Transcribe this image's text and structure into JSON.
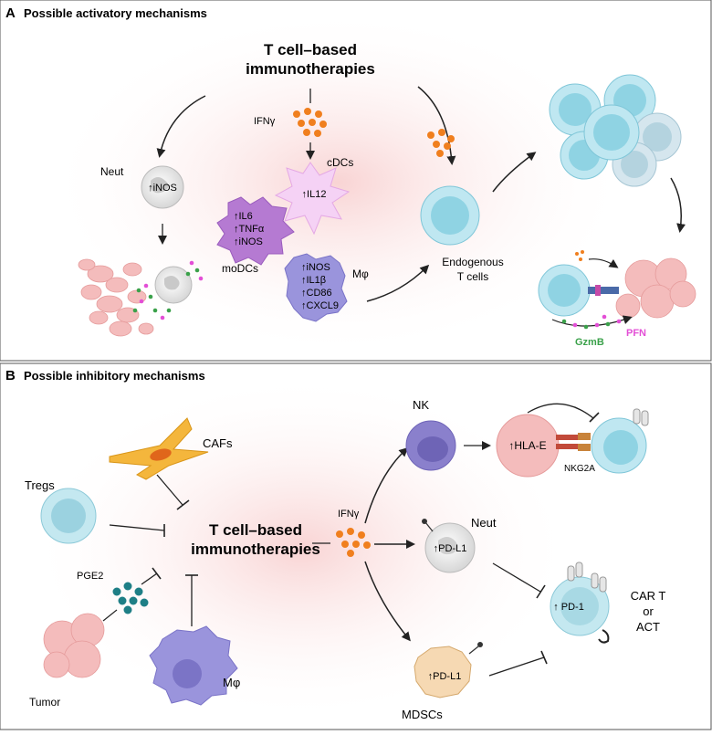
{
  "panel_a": {
    "letter": "A",
    "title": "Possible activatory mechanisms",
    "center_title_line1": "T cell–based",
    "center_title_line2": "immunotherapies",
    "ifng_label": "IFNγ",
    "neut_label": "Neut",
    "neut_marker": "↑iNOS",
    "cdcs_label": "cDCs",
    "cdcs_marker": "↑IL12",
    "modcs_label": "moDCs",
    "modcs_markers": [
      "↑IL6",
      "↑TNFα",
      "↑iNOS"
    ],
    "mphi_label": "Mφ",
    "mphi_markers": [
      "↑iNOS",
      "↑IL1β",
      "↑CD86",
      "↑CXCL9"
    ],
    "endogenous_line1": "Endogenous",
    "endogenous_line2": "T cells",
    "gzmb_label": "GzmB",
    "pfn_label": "PFN"
  },
  "panel_b": {
    "letter": "B",
    "title": "Possible inhibitory mechanisms",
    "center_title_line1": "T cell–based",
    "center_title_line2": "immunotherapies",
    "tregs_label": "Tregs",
    "cafs_label": "CAFs",
    "pge2_label": "PGE2",
    "tumor_label": "Tumor",
    "mphi_label": "Mφ",
    "ifng_label": "IFNγ",
    "nk_label": "NK",
    "hlae_label": "↑HLA-E",
    "nkg2a_label": "NKG2A",
    "neut_label": "Neut",
    "neut_pdl1_label": "↑PD-L1",
    "mdsc_pdl1_label": "↑PD-L1",
    "mdscs_label": "MDSCs",
    "pd1_label": "↑ PD-1",
    "cart_line1": "CAR T",
    "cart_line2": "or",
    "cart_line3": "ACT"
  },
  "colors": {
    "ifng_dot": "#f07f1e",
    "pge2_dot": "#1e7f86",
    "tcell": "#7fcfe0",
    "mphi": "#8f8ad6",
    "modc": "#b57ad2",
    "cdc": "#f2c6f2",
    "tumor": "#f4b3b3",
    "caf": "#f4b63c",
    "neut": "#e5e5e5",
    "nk": "#7f74c2",
    "gzmb": "#3aa14a",
    "pfn": "#e34fd6"
  }
}
